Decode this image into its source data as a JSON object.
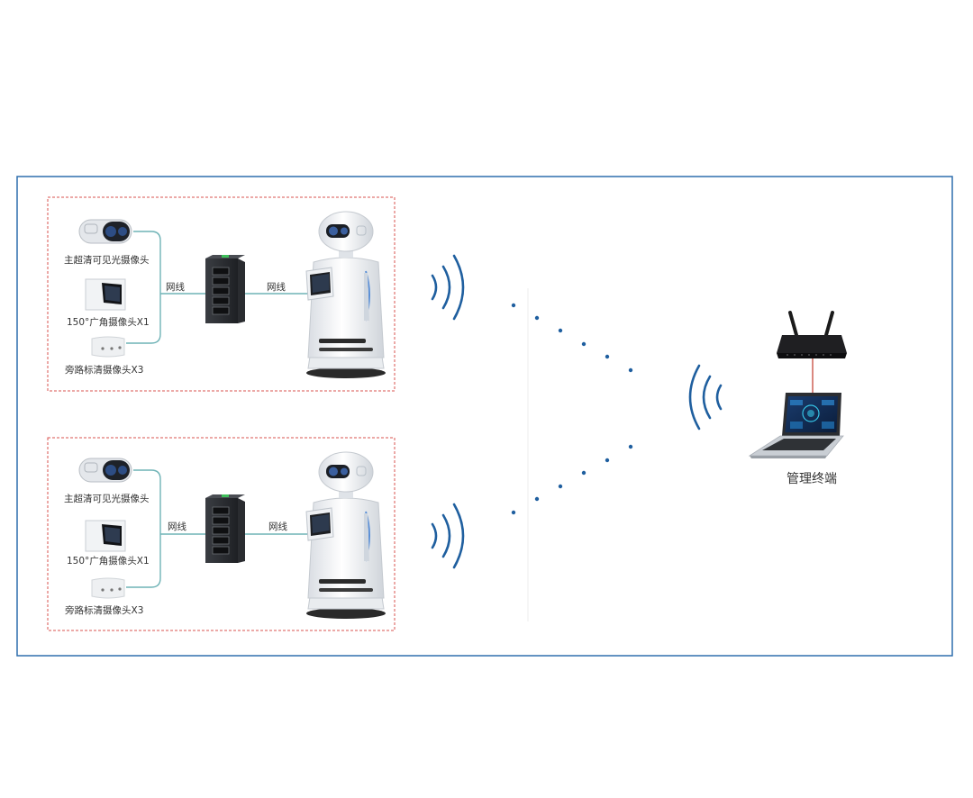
{
  "colors": {
    "frame": "#2f6fae",
    "group_border": "#d9534f",
    "wire": "#6fb3b6",
    "signal": "#1f5f9f",
    "router_link": "#c0392b"
  },
  "groups": [
    {
      "cameras": [
        {
          "label": "主超清可见光摄像头",
          "icon": "stereo-camera-icon"
        },
        {
          "label": "150°广角摄像头X1",
          "icon": "wide-angle-camera-icon"
        },
        {
          "label": "旁路标清摄像头X3",
          "icon": "bypass-camera-icon"
        }
      ],
      "link_in_label": "网线",
      "link_out_label": "网线",
      "switch_icon": "network-switch-icon",
      "robot_icon": "service-robot-icon"
    },
    {
      "cameras": [
        {
          "label": "主超清可见光摄像头",
          "icon": "stereo-camera-icon"
        },
        {
          "label": "150°广角摄像头X1",
          "icon": "wide-angle-camera-icon"
        },
        {
          "label": "旁路标清摄像头X3",
          "icon": "bypass-camera-icon"
        }
      ],
      "link_in_label": "网线",
      "link_out_label": "网线",
      "switch_icon": "network-switch-icon",
      "robot_icon": "service-robot-icon"
    }
  ],
  "terminal": {
    "label": "管理终端",
    "router_icon": "wifi-router-icon",
    "laptop_icon": "laptop-icon"
  }
}
